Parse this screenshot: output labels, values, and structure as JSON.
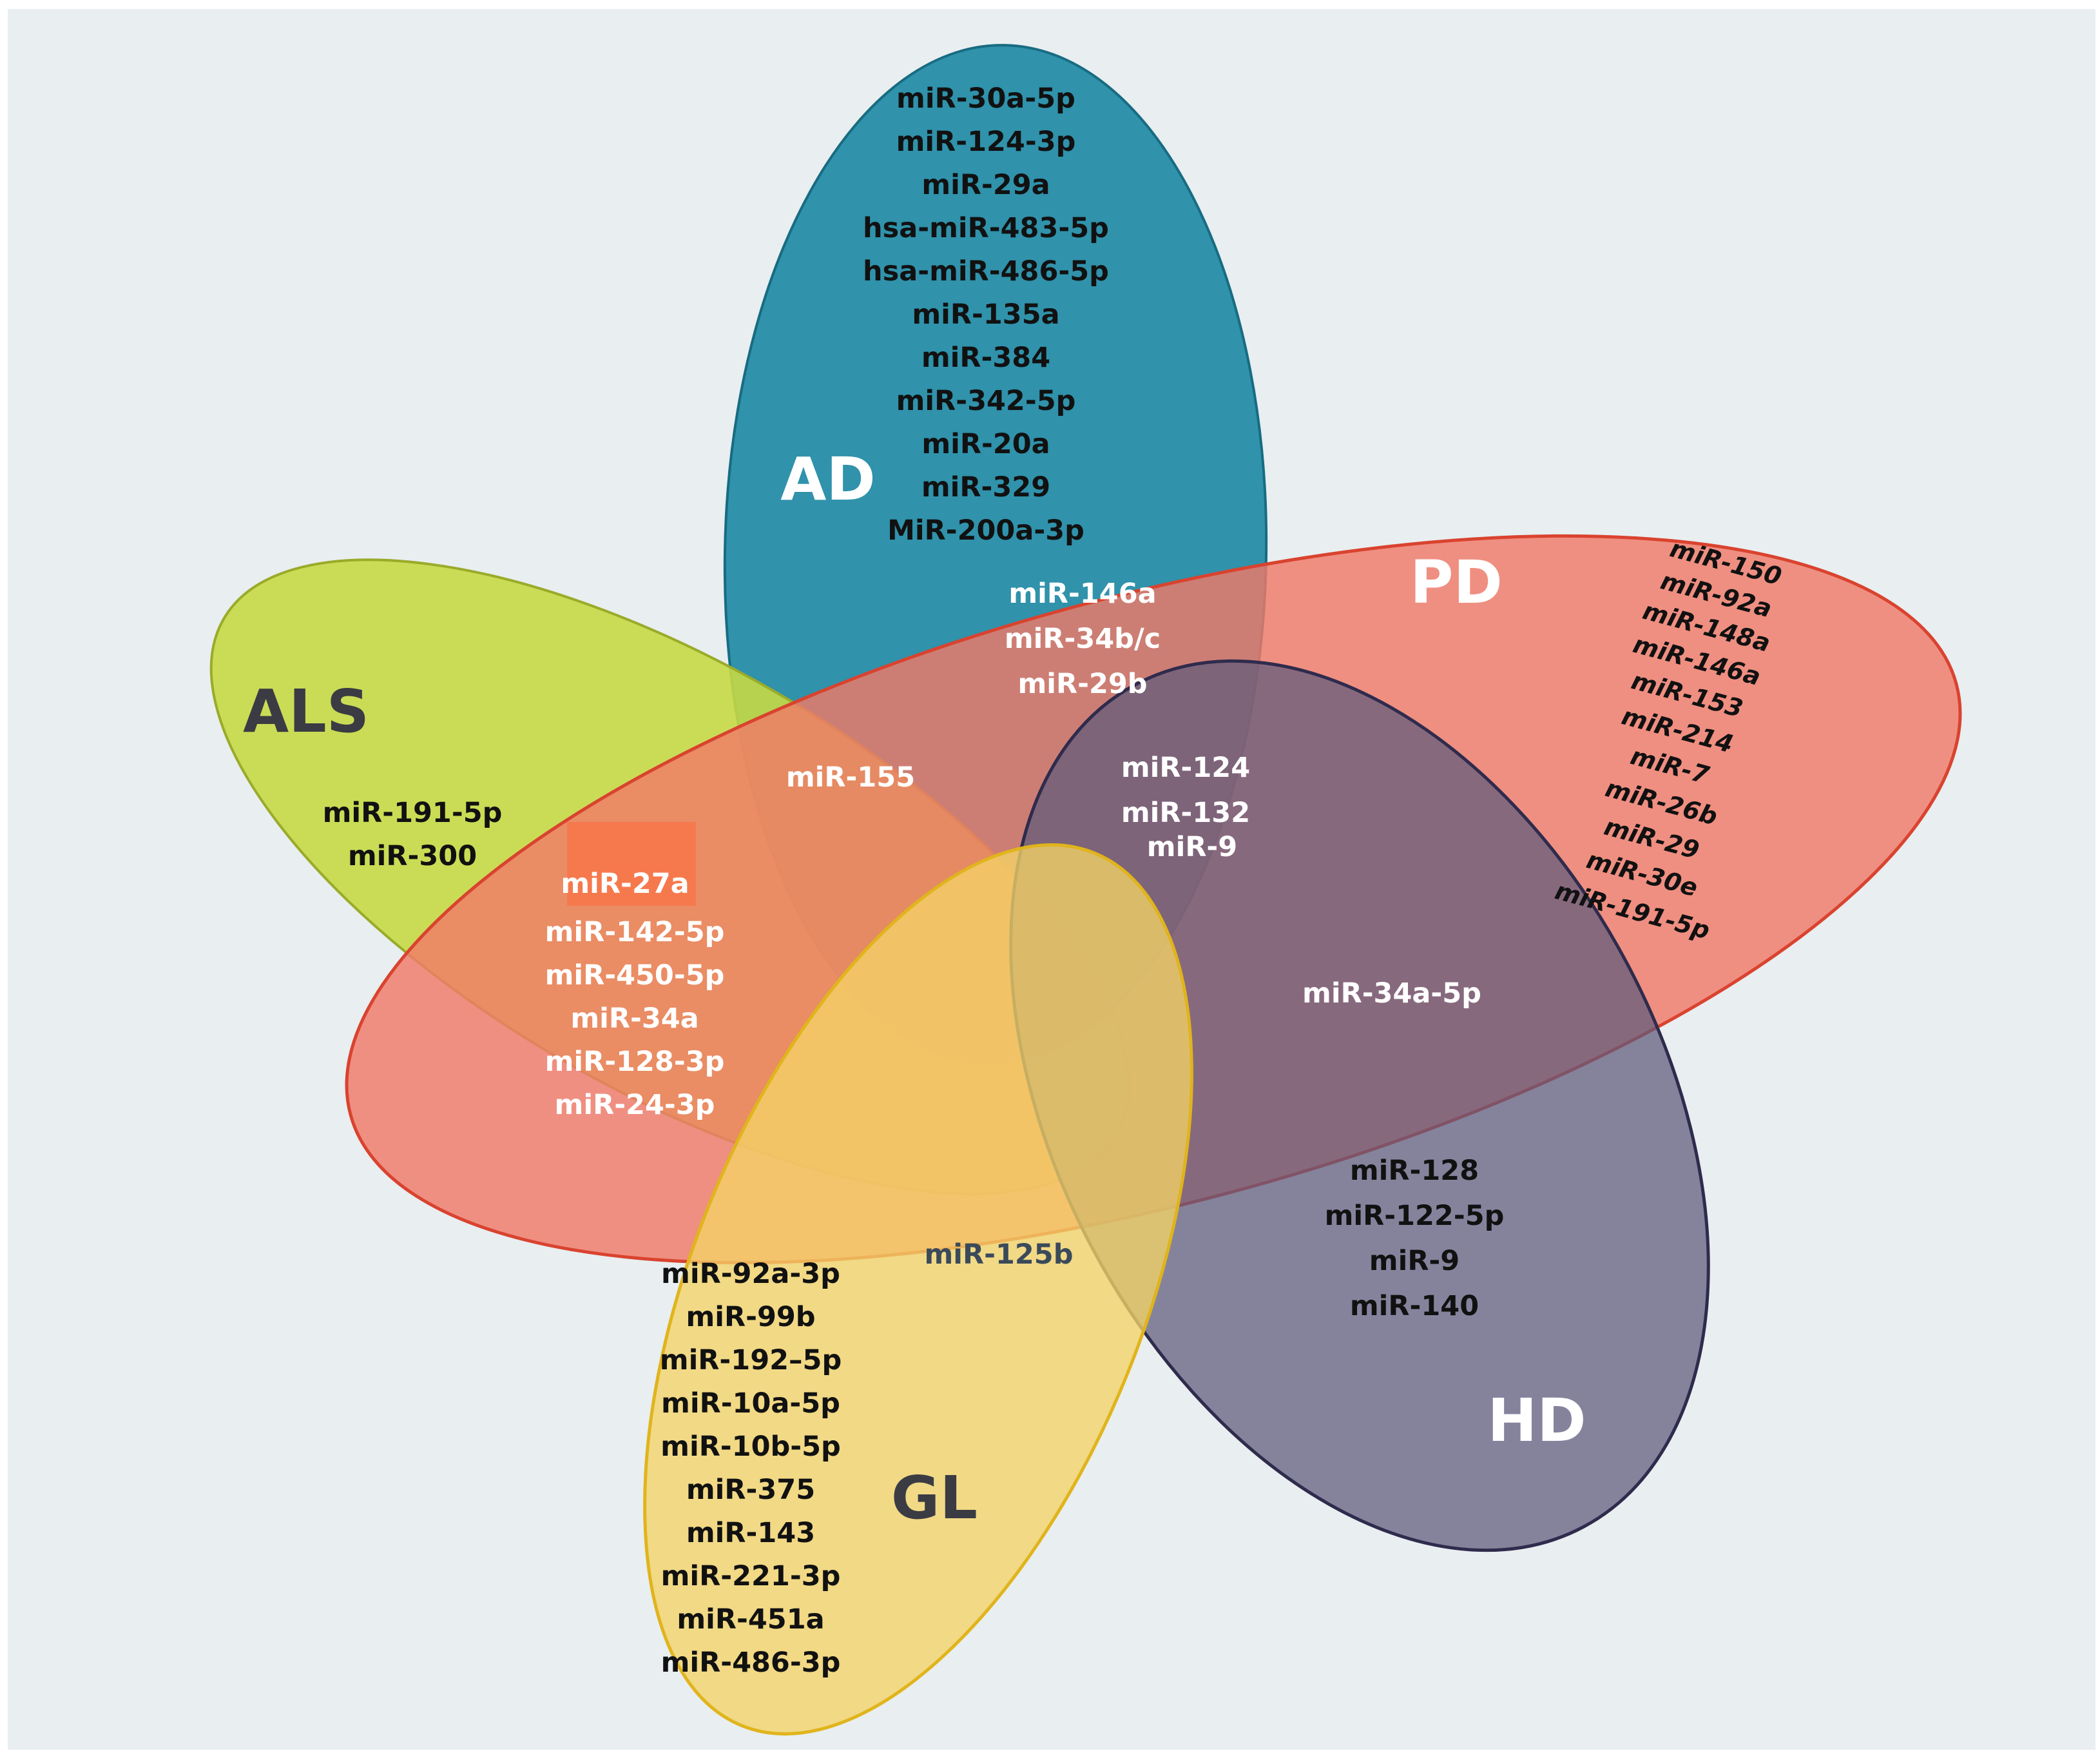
{
  "colors": {
    "background": "#e9eef0",
    "ad": "#1f8aa5",
    "pd": "#f07a68",
    "als": "#c7d944",
    "hd": "#6c6884",
    "gl": "#f3d466"
  },
  "petals": {
    "ad": {
      "label": "AD",
      "mirnas": [
        "miR-30a-5p",
        "miR-124-3p",
        "miR-29a",
        "hsa-miR-483-5p",
        "hsa-miR-486-5p",
        "miR-135a",
        "miR-384",
        "miR-342-5p",
        "miR-20a",
        "miR-329",
        "MiR-200a-3p"
      ]
    },
    "pd": {
      "label": "PD",
      "mirnas": [
        "miR-150",
        "miR-92a",
        "miR-148a",
        "miR-146a",
        "miR-153",
        "miR-214",
        "miR-7",
        "miR-26b",
        "miR-29",
        "miR-30e",
        "miR-191-5p"
      ]
    },
    "als": {
      "label": "ALS",
      "mirnas": [
        "miR-191-5p",
        "miR-300"
      ]
    },
    "hd": {
      "label": "HD",
      "mirnas": [
        "miR-128",
        "miR-122-5p",
        "miR-9",
        "miR-140"
      ]
    },
    "gl": {
      "label": "GL",
      "mirnas": [
        "miR-92a-3p",
        "miR-99b",
        "miR-192–5p",
        "miR-10a-5p",
        "miR-10b-5p",
        "miR-375",
        "miR-143",
        "miR-221-3p",
        "miR-451a",
        "miR-486-3p"
      ]
    }
  },
  "overlaps": {
    "ad_pd": [
      "miR-146a",
      "miR-34b/c",
      "miR-29b"
    ],
    "als_pd_ad": [
      "miR-155"
    ],
    "pd_hd_ad": [
      "miR-124",
      "miR-132",
      "miR-9"
    ],
    "pd_als_gl": [
      "miR-27a",
      "miR-142-5p",
      "miR-450-5p",
      "miR-34a",
      "miR-128-3p",
      "miR-24-3p"
    ],
    "pd_hd": [
      "miR-34a-5p"
    ],
    "ad_gl": [
      "miR-125b"
    ]
  }
}
